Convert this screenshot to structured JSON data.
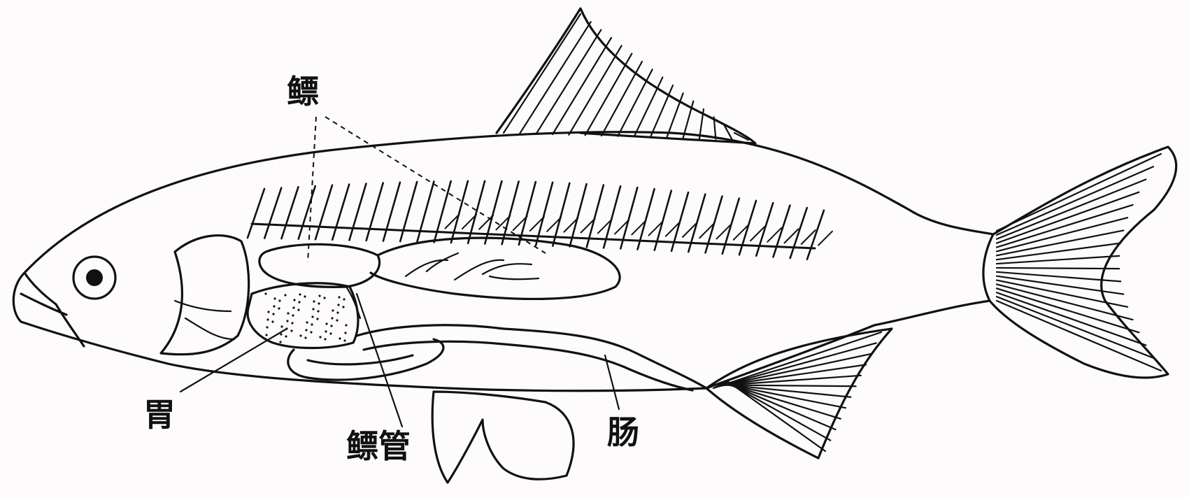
{
  "labels": {
    "swim_bladder": "鳔",
    "stomach": "胃",
    "pneumatic_duct": "鳔管",
    "intestine": "肠"
  }
}
